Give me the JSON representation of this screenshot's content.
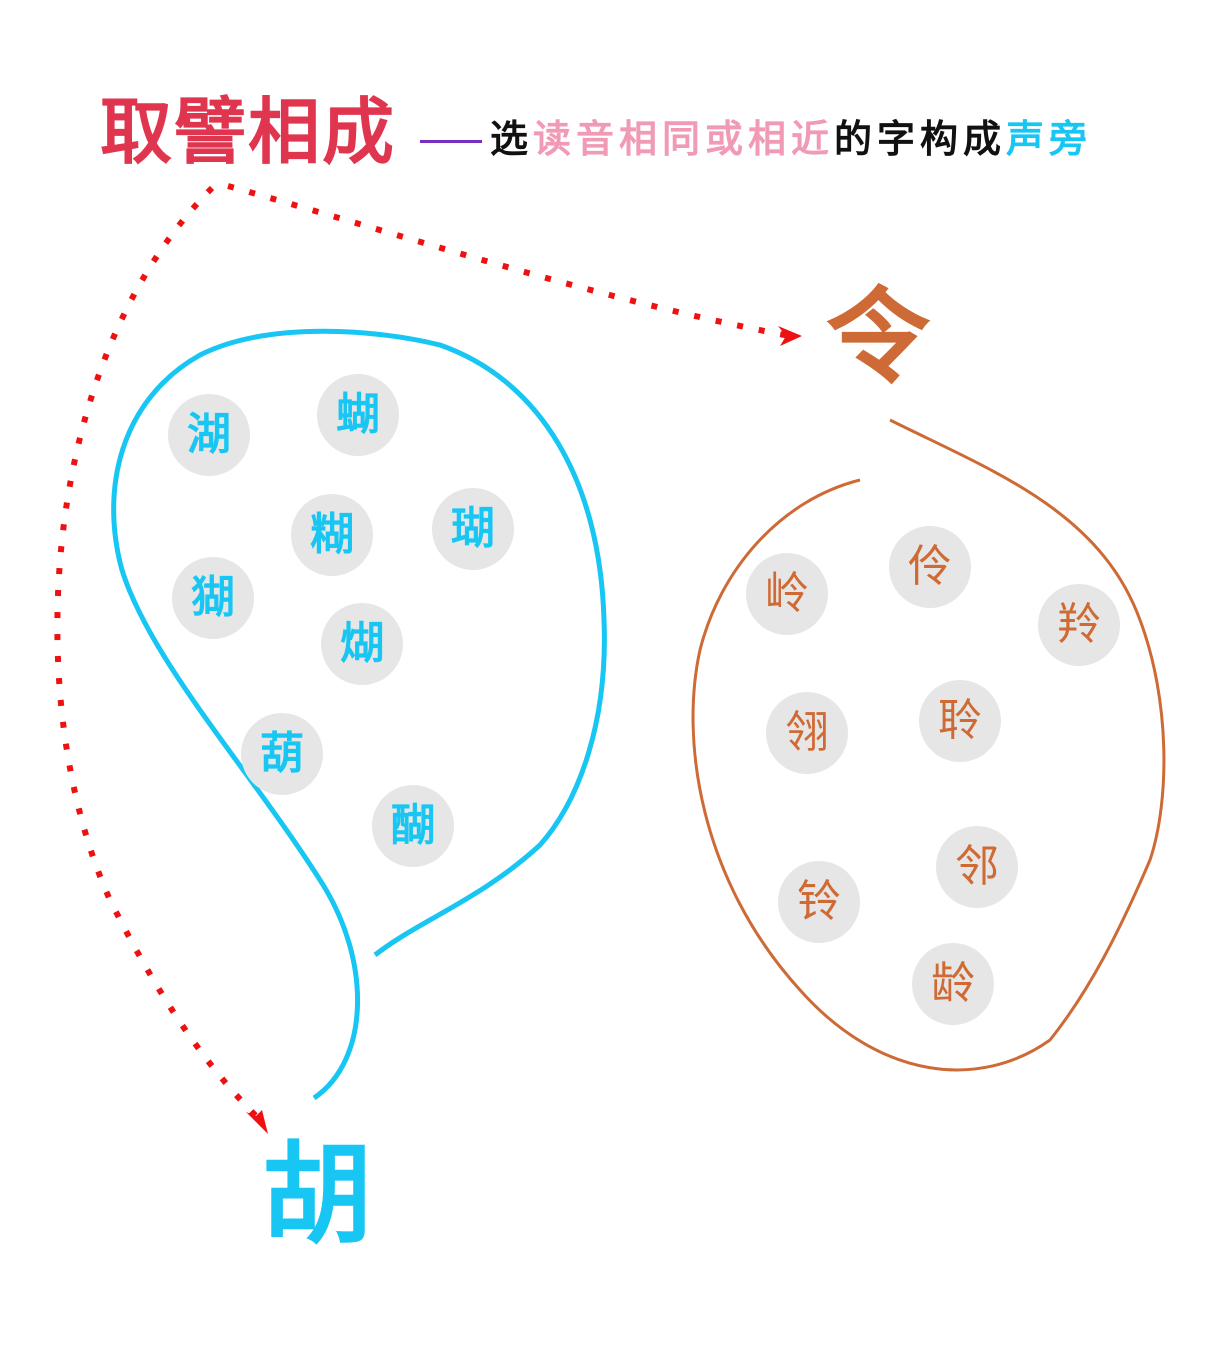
{
  "title": {
    "main": "取譬相成",
    "subtitle": [
      {
        "text": "选",
        "color": "#111111"
      },
      {
        "text": "读音相同或相近",
        "color": "#f09ab5"
      },
      {
        "text": "的字构成",
        "color": "#111111"
      },
      {
        "text": "声旁",
        "color": "#17c6f2"
      }
    ]
  },
  "colors": {
    "title": "#e0354f",
    "dash": "#7b2fbf",
    "cyan": "#17c6f2",
    "orange": "#cd6a35",
    "arrow": "#ee1111",
    "bubble": "#e6e6e6"
  },
  "groups": {
    "hu": {
      "root": "胡",
      "chars": [
        "湖",
        "蝴",
        "糊",
        "瑚",
        "猢",
        "煳",
        "葫",
        "醐"
      ]
    },
    "ling": {
      "root": "令",
      "chars": [
        "岭",
        "伶",
        "羚",
        "翎",
        "聆",
        "邻",
        "铃",
        "龄"
      ]
    }
  }
}
